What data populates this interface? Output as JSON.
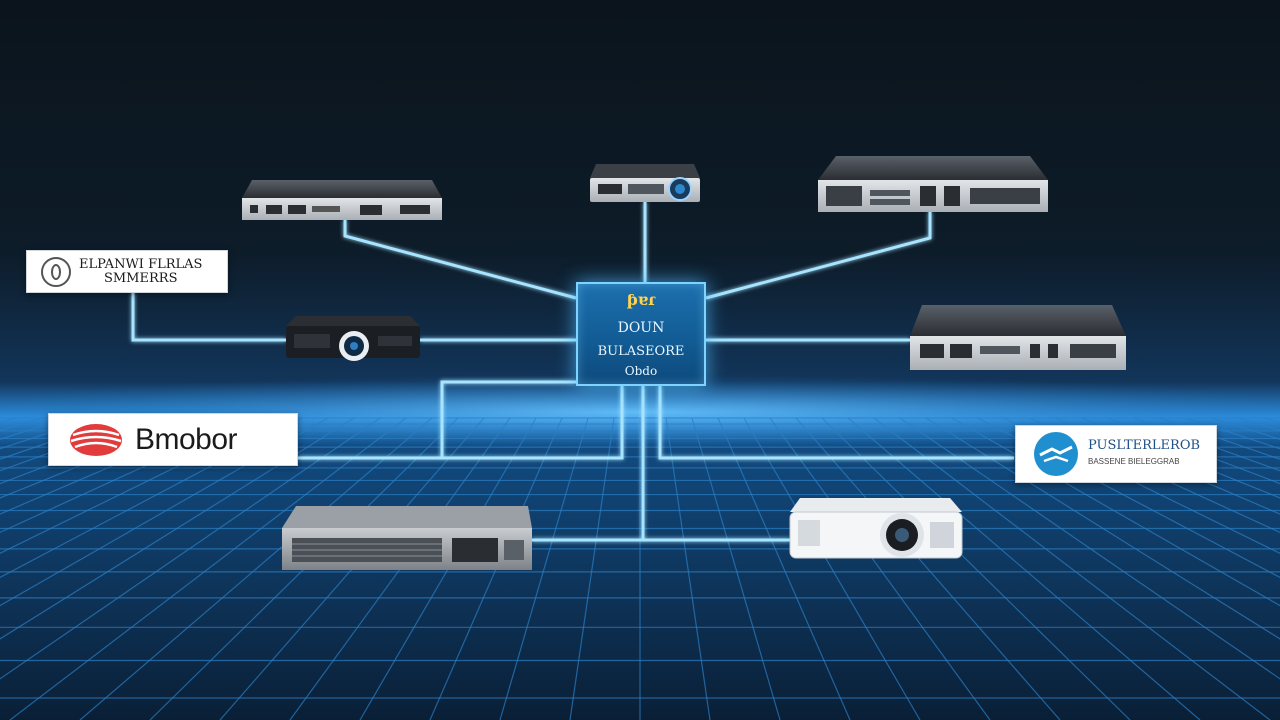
{
  "colors": {
    "background_top": "#0b1620",
    "glow": "#2fa8ff",
    "connector": "#9fe1ff",
    "grid": "#2b7fc4",
    "hub_fill": "#1567a3",
    "brand_red": "#e23b3b",
    "brand_blue": "#1f8fd0"
  },
  "hub": {
    "logo": "ƥɐɾ",
    "line1": "DOUN",
    "line2": "BULASEORE",
    "line3": "Obdo"
  },
  "labels": {
    "top_left": {
      "line1": "ELPANWI FLRLAS",
      "line2": "SMMERRS",
      "logo_icon": "circle-emblem-icon"
    },
    "mid_left": {
      "text": "Bmobor",
      "logo_icon": "red-globe-logo-icon"
    },
    "mid_right": {
      "line1": "PUSLTERLEROB",
      "line2": "BASSENE BIELEGGRAB",
      "logo_icon": "blue-circle-logo-icon"
    }
  },
  "devices": [
    {
      "id": "rack-server-top-left",
      "icon": "rack-server-icon"
    },
    {
      "id": "small-projector-top-center",
      "icon": "projector-icon"
    },
    {
      "id": "rack-switch-top-right",
      "icon": "network-switch-icon"
    },
    {
      "id": "black-projector-left",
      "icon": "projector-icon"
    },
    {
      "id": "rack-appliance-right",
      "icon": "rack-appliance-icon"
    },
    {
      "id": "silver-server-bottom-left",
      "icon": "server-chassis-icon"
    },
    {
      "id": "white-projector-bottom-right",
      "icon": "projector-icon"
    }
  ]
}
